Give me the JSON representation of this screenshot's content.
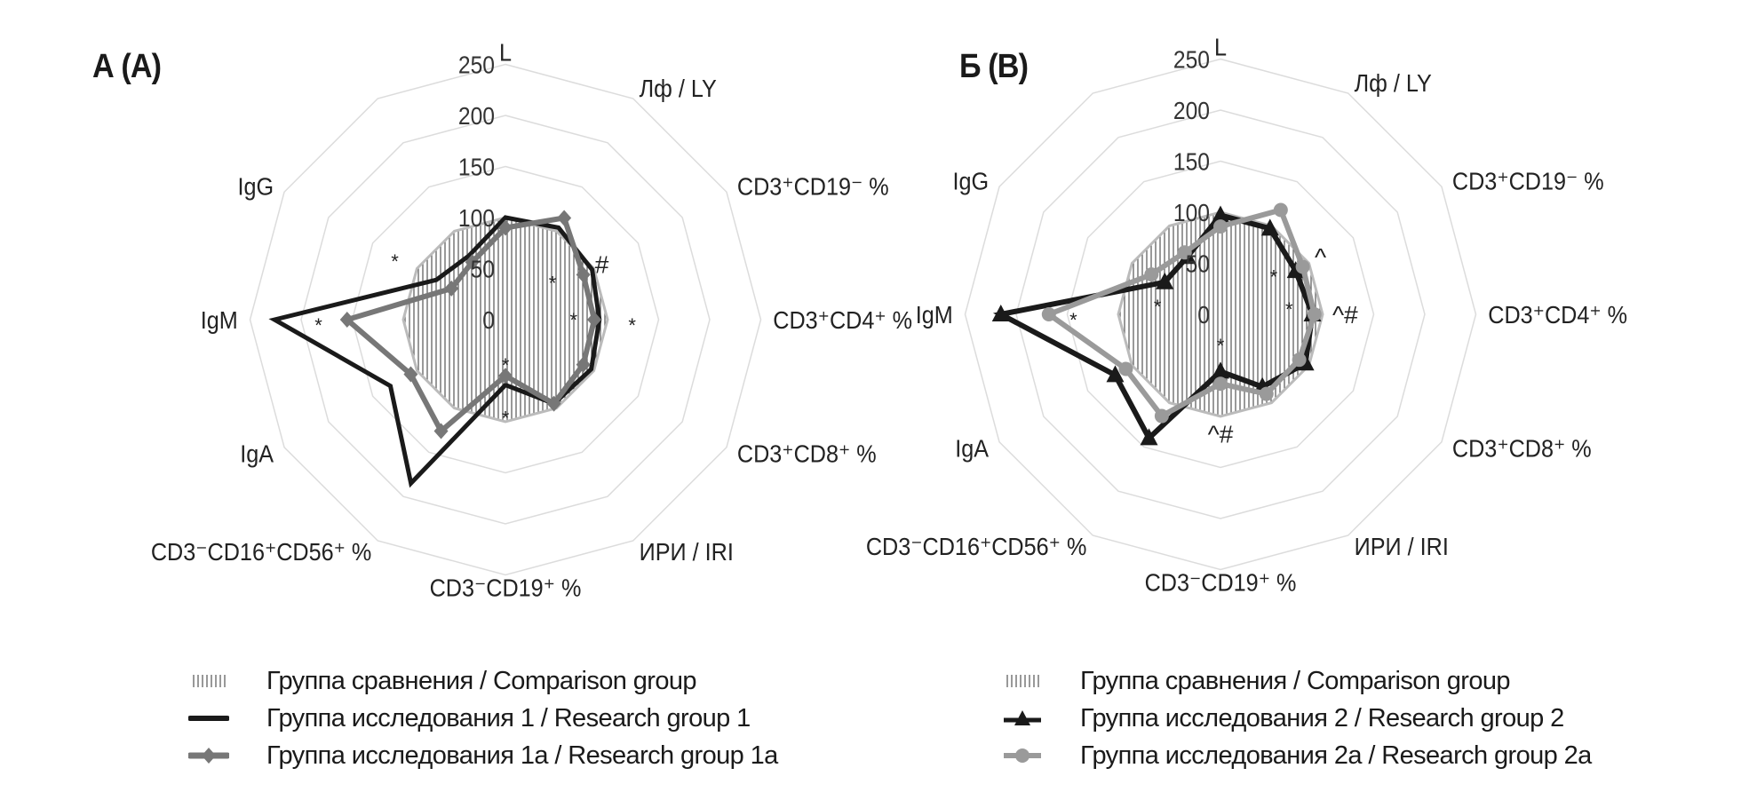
{
  "chart_data": [
    {
      "type": "radar",
      "title": "А (A)",
      "categories": [
        "L",
        "Лф / LY",
        "CD3⁺CD19⁻ %",
        "CD3⁺CD4⁺ %",
        "CD3⁺CD8⁺ %",
        "ИРИ / IRI",
        "CD3⁻CD19⁺ %",
        "CD3⁻CD16⁺CD56⁺ %",
        "IgA",
        "IgM",
        "IgG",
        ""
      ],
      "rlim": [
        0,
        250
      ],
      "ticks": [
        "0",
        "50",
        "100",
        "150",
        "200",
        "250"
      ],
      "tick_values": [
        0,
        50,
        100,
        150,
        200,
        250
      ],
      "grid": true,
      "series": [
        {
          "name": "Группа сравнения / Comparison group",
          "style": "hatched",
          "color": "#9a9a9a",
          "values": [
            100,
            100,
            100,
            100,
            100,
            100,
            100,
            100,
            100,
            100,
            100,
            100
          ]
        },
        {
          "name": "Группа исследования 1 / Research group 1",
          "style": "line",
          "marker": "none",
          "color": "#1a1a1a",
          "values": [
            100,
            104,
            98,
            92,
            97,
            95,
            64,
            185,
            130,
            226,
            78,
            72
          ]
        },
        {
          "name": "Группа исследования 1а / Research group 1a",
          "style": "line",
          "marker": "diamond",
          "color": "#777777",
          "values": [
            90,
            115,
            88,
            87,
            88,
            95,
            55,
            126,
            107,
            155,
            61,
            65
          ]
        }
      ],
      "annotations": [
        {
          "text": "*",
          "axis": 10,
          "value": 125
        },
        {
          "text": "#",
          "axis": 2,
          "value": 109
        },
        {
          "text": "*",
          "axis": 1.6,
          "value": 62
        },
        {
          "text": "*",
          "axis": 2.85,
          "value": 67
        },
        {
          "text": "*",
          "axis": 3,
          "value": 124
        },
        {
          "text": "*",
          "axis": 9,
          "value": 183
        },
        {
          "text": "*",
          "axis": 6,
          "value": 39
        },
        {
          "text": "*",
          "axis": 6,
          "value": 91
        }
      ],
      "legend": [
        {
          "label": "Группа сравнения / Comparison group",
          "icon": "hatched"
        },
        {
          "label": "Группа исследования 1 / Research group 1",
          "icon": "line"
        },
        {
          "label": "Группа исследования 1а / Research group 1a",
          "icon": "diamond"
        }
      ]
    },
    {
      "type": "radar",
      "title": "Б (B)",
      "categories": [
        "L",
        "Лф / LY",
        "CD3⁺CD19⁻ %",
        "CD3⁺CD4⁺ %",
        "CD3⁺CD8⁺ %",
        "ИРИ / IRI",
        "CD3⁻CD19⁺ %",
        "CD3⁻CD16⁺CD56⁺ %",
        "IgA",
        "IgM",
        "IgG",
        ""
      ],
      "rlim": [
        0,
        250
      ],
      "ticks": [
        "0",
        "50",
        "100",
        "150",
        "200",
        "250"
      ],
      "tick_values": [
        0,
        50,
        100,
        150,
        200,
        250
      ],
      "grid": true,
      "series": [
        {
          "name": "Группа сравнения / Comparison group",
          "style": "hatched",
          "color": "#9a9a9a",
          "values": [
            100,
            100,
            100,
            100,
            100,
            100,
            100,
            100,
            100,
            100,
            100,
            100
          ]
        },
        {
          "name": "Группа исследования 2 / Research group 2",
          "style": "line",
          "marker": "triangle",
          "color": "#1a1a1a",
          "values": [
            97,
            97,
            85,
            90,
            96,
            82,
            56,
            140,
            119,
            215,
            63,
            65
          ]
        },
        {
          "name": "Группа исследования 2а / Research group 2a",
          "style": "line",
          "marker": "circle",
          "color": "#9a9a9a",
          "values": [
            86,
            118,
            93,
            92,
            89,
            90,
            68,
            115,
            107,
            168,
            78,
            70
          ]
        }
      ],
      "annotations": [
        {
          "text": "^",
          "axis": 2,
          "value": 113
        },
        {
          "text": "*",
          "axis": 1.7,
          "value": 67
        },
        {
          "text": "*",
          "axis": 2.7,
          "value": 68
        },
        {
          "text": "^#",
          "axis": 3,
          "value": 122
        },
        {
          "text": "*",
          "axis": 9.4,
          "value": 63
        },
        {
          "text": "*",
          "axis": 9,
          "value": 144
        },
        {
          "text": "*",
          "axis": 6,
          "value": 25
        },
        {
          "text": "^#",
          "axis": 6,
          "value": 117
        }
      ],
      "legend": [
        {
          "label": "Группа сравнения / Comparison group",
          "icon": "hatched"
        },
        {
          "label": "Группа исследования 2 / Research group 2",
          "icon": "triangle"
        },
        {
          "label": "Группа исследования 2а / Research group 2a",
          "icon": "circle"
        }
      ]
    }
  ]
}
